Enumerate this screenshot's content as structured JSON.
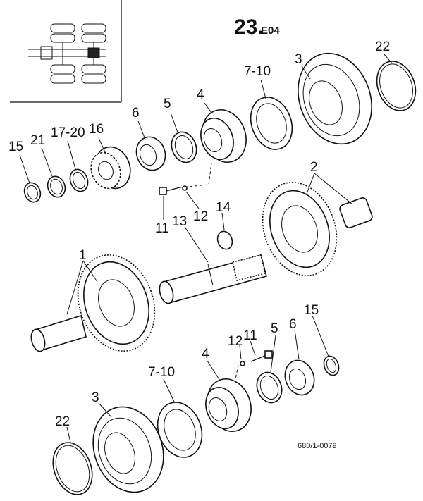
{
  "title": {
    "number": "23.",
    "code": "E04"
  },
  "reference_code": "680/1-0079",
  "callouts": {
    "c1": "1",
    "c2": "2",
    "c3_top": "3",
    "c3_bottom": "3",
    "c4_top": "4",
    "c4_bottom": "4",
    "c5_top": "5",
    "c5_bottom": "5",
    "c6_top": "6",
    "c6_bottom": "6",
    "c7_10_top": "7-10",
    "c7_10_bottom": "7-10",
    "c11_top": "11",
    "c11_bottom": "11",
    "c12_top": "12",
    "c12_bottom": "12",
    "c13": "13",
    "c14": "14",
    "c15_top": "15",
    "c15_bottom": "15",
    "c16": "16",
    "c17_20": "17-20",
    "c21": "21",
    "c22_top": "22",
    "c22_bottom": "22"
  },
  "icons": {
    "locator": "vehicle-axle-locator-icon",
    "parts": [
      "bevel-gear-icon",
      "ring-gear-icon",
      "hub-icon",
      "bearing-icon",
      "nut-icon",
      "shim-icon",
      "snap-ring-icon",
      "shaft-icon",
      "bolt-icon"
    ]
  }
}
